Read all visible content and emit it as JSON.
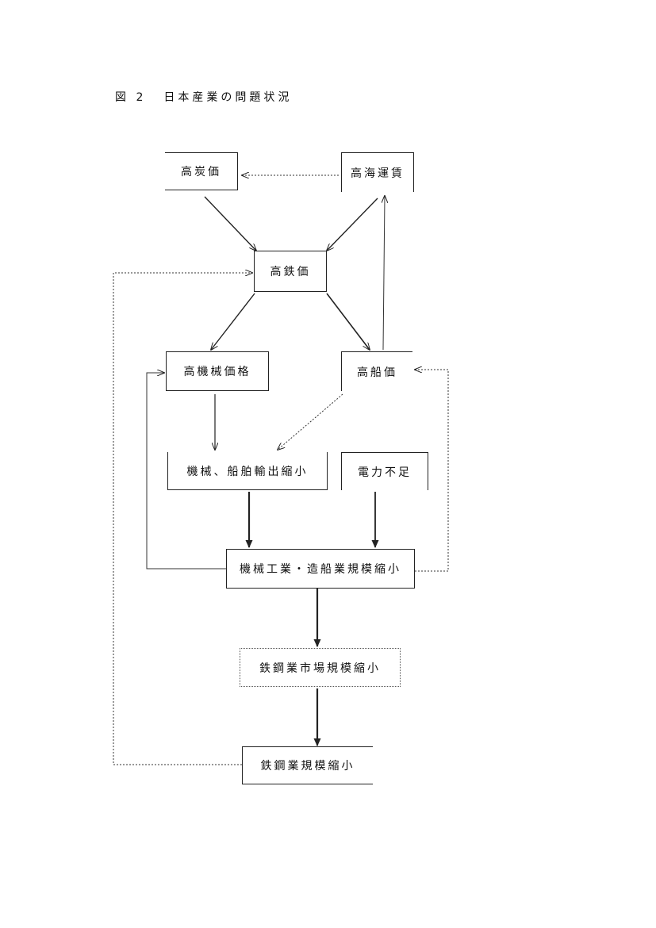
{
  "figure": {
    "number": "図 2",
    "title": "日本産業の問題状況"
  },
  "nodes": {
    "high_coal_price": "高炭価",
    "high_ocean_freight": "高海運賃",
    "high_iron_price": "高鉄価",
    "high_machinery_price": "高機械価格",
    "high_ship_price": "高船価",
    "machinery_ship_export_shrink": "機械、船舶輸出縮小",
    "electric_power_shortage": "電力不足",
    "machinery_shipbuilding_scale_shrink": "機械工業・造船業規模縮小",
    "steel_market_scale_shrink": "鉄鋼業市場規模縮小",
    "steel_industry_scale_shrink": "鉄鋼業規模縮小"
  }
}
